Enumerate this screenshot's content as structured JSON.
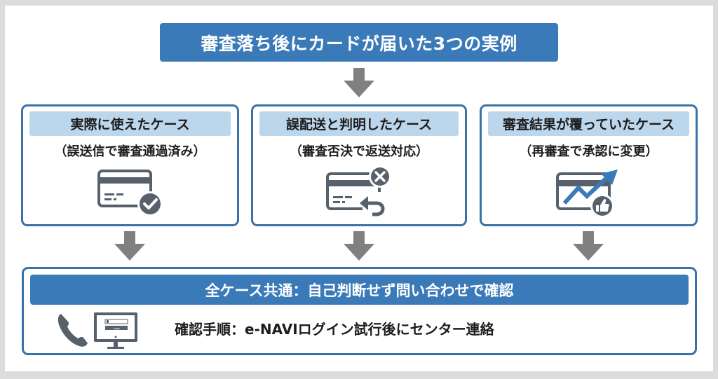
{
  "title": "審査落ち後にカードが届いた3つの実例",
  "colors": {
    "primary_blue": "#3a7ab8",
    "border_blue": "#3a72a8",
    "header_light_blue": "#bcd6ec",
    "icon_gray": "#56616c",
    "arrow_gray": "#808080",
    "frame_gray": "#dcdcdc"
  },
  "cases": [
    {
      "heading": "実際に使えたケース",
      "subheading": "（誤送信で審査通過済み）",
      "icon": "credit-card-check-icon"
    },
    {
      "heading": "誤配送と判明したケース",
      "subheading": "（審査否決で返送対応）",
      "icon": "credit-card-cancel-return-icon"
    },
    {
      "heading": "審査結果が覆っていたケース",
      "subheading": "（再審査で承認に変更）",
      "icon": "credit-card-upward-trend-thumbs-up-icon"
    }
  ],
  "common": {
    "heading": "全ケース共通：自己判断せず問い合わせで確認",
    "procedure": "確認手順：e-NAVIログイン試行後にセンター連絡",
    "icons": [
      "phone-icon",
      "monitor-login-icon"
    ],
    "login_button_label": "Login"
  }
}
